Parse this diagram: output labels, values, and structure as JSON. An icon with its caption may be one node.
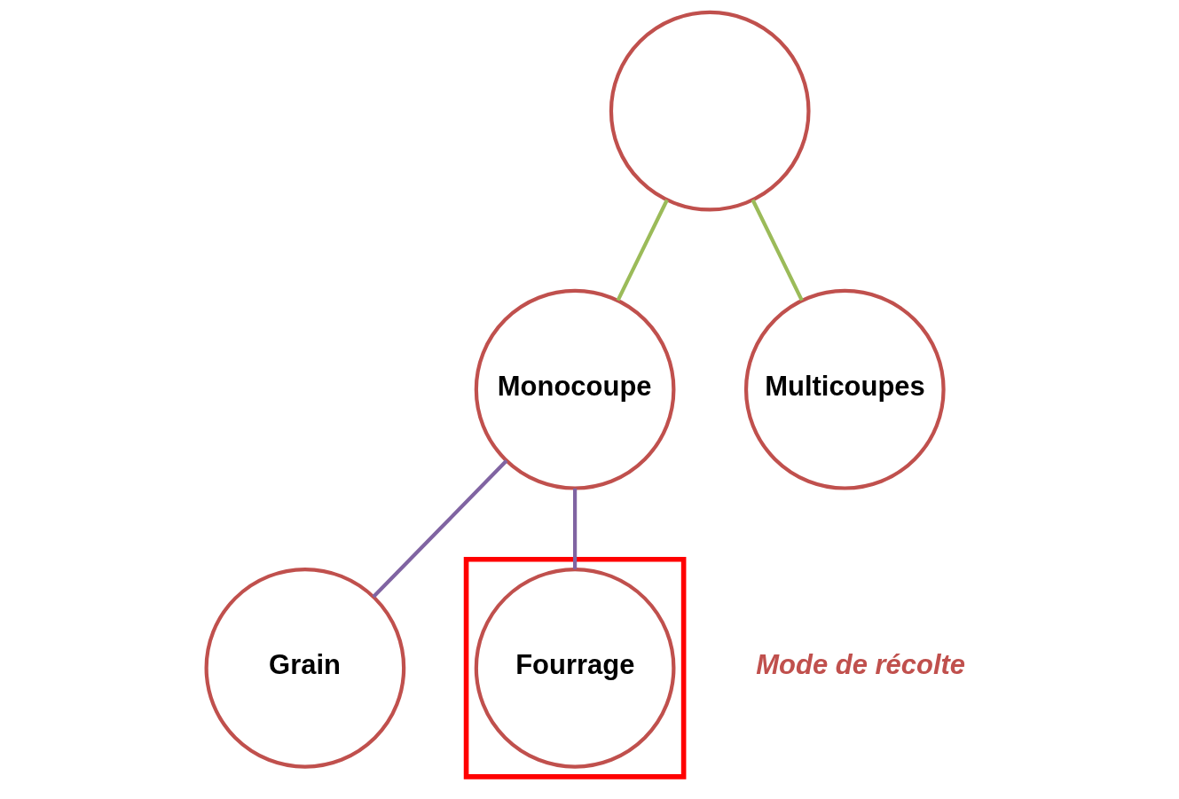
{
  "diagram": {
    "nodes": [
      {
        "text": [],
        "shape": "circle"
      },
      {
        "text": [
          "Monocoupe"
        ]
      },
      {
        "text": [
          "Multicoupes"
        ]
      },
      {
        "text": [
          "Grain"
        ]
      },
      {
        "text": [],
        "shape": "box"
      },
      {
        "text": [
          "Fourrage"
        ],
        "in": 4
      }
    ],
    "edges": [
      {
        "from": 0,
        "to": 1,
        "arrow": "none",
        "color": "#9bbb59"
      },
      {
        "from": 0,
        "to": 2,
        "arrow": "none",
        "color": "#9bbb59"
      },
      {
        "from": 1,
        "to": 3,
        "arrow": "none",
        "color": "#8064a2"
      },
      {
        "from": 1,
        "to": 5,
        "arrow": "none",
        "color": "#8064a2"
      }
    ],
    "labels": [
      "Mode de récolte"
    ]
  }
}
